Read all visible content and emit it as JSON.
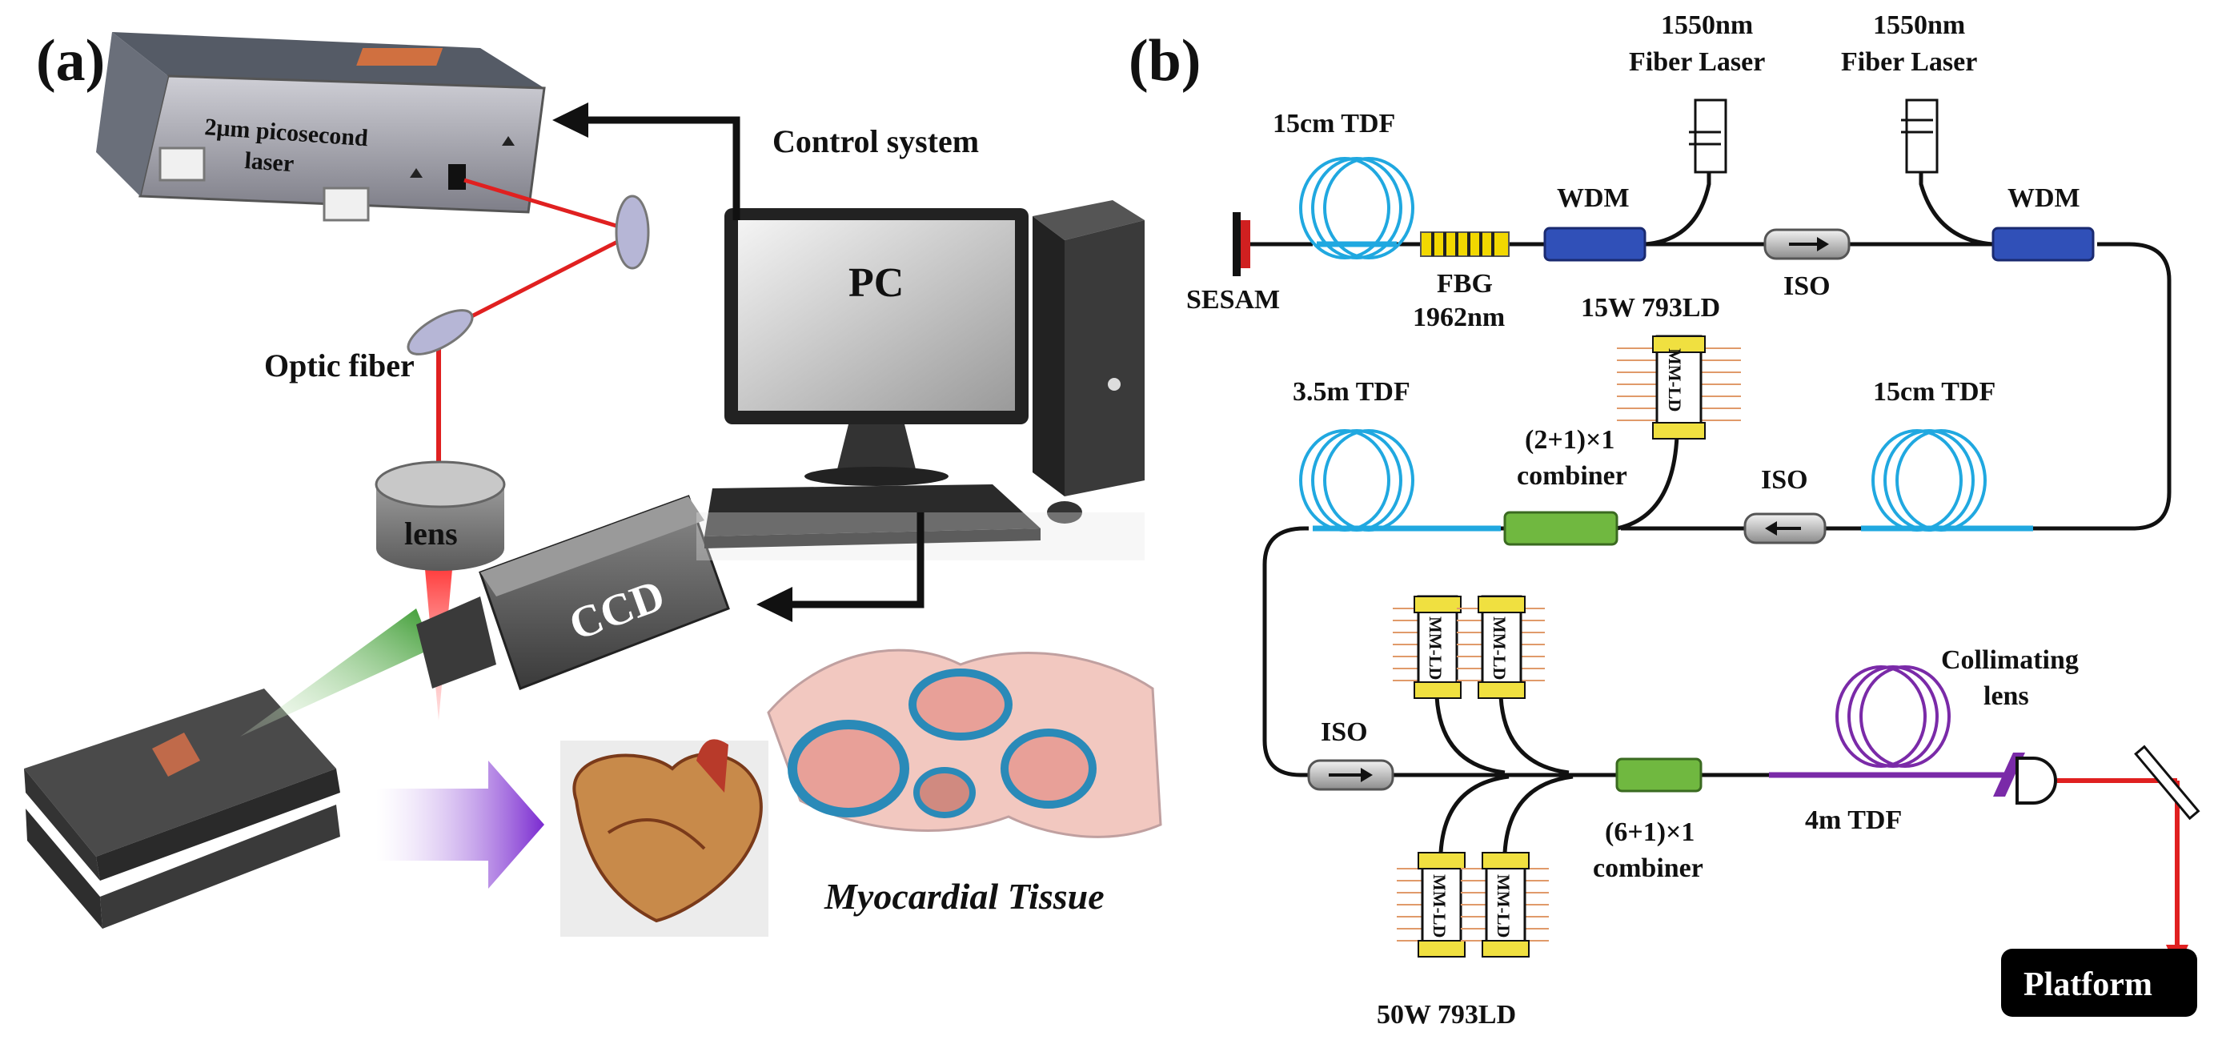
{
  "panel_a": {
    "tag": "(a)",
    "laser_line1": "2μm picosecond",
    "laser_line2": "laser",
    "control_system": "Control system",
    "pc": "PC",
    "optic_fiber": "Optic fiber",
    "lens": "lens",
    "ccd": "CCD",
    "tissue": "Myocardial Tissue"
  },
  "panel_b": {
    "tag": "(b)",
    "sesam": "SESAM",
    "tdf_15cm_top": "15cm TDF",
    "fbg_line1": "FBG",
    "fbg_line2": "1962nm",
    "wdm1": "WDM",
    "wdm2": "WDM",
    "fiber_laser1_line1": "1550nm",
    "fiber_laser1_line2": "Fiber Laser",
    "fiber_laser2_line1": "1550nm",
    "fiber_laser2_line2": "Fiber Laser",
    "iso_top": "ISO",
    "ld_15w": "15W 793LD",
    "mm_ld": "MM-LD",
    "tdf_3_5m": "3.5m TDF",
    "combiner_21_line1": "(2+1)×1",
    "combiner_21_line2": "combiner",
    "iso_mid": "ISO",
    "tdf_15cm_mid": "15cm TDF",
    "iso_bottom": "ISO",
    "combiner_61_line1": "(6+1)×1",
    "combiner_61_line2": "combiner",
    "tdf_4m": "4m TDF",
    "collimating_line1": "Collimating",
    "collimating_line2": "lens",
    "platform": "Platform",
    "ld_50w": "50W 793LD"
  },
  "colors": {
    "laser_red": "#e02020",
    "fiber_blue": "#20a8e0",
    "tdf_purple": "#7a2aa8",
    "wdm_blue": "#3050b8",
    "combiner_green": "#70b840",
    "ld_yellow": "#f0e040",
    "ccd_green": "#60c050",
    "arrow_purple": "#8a3ad0"
  }
}
